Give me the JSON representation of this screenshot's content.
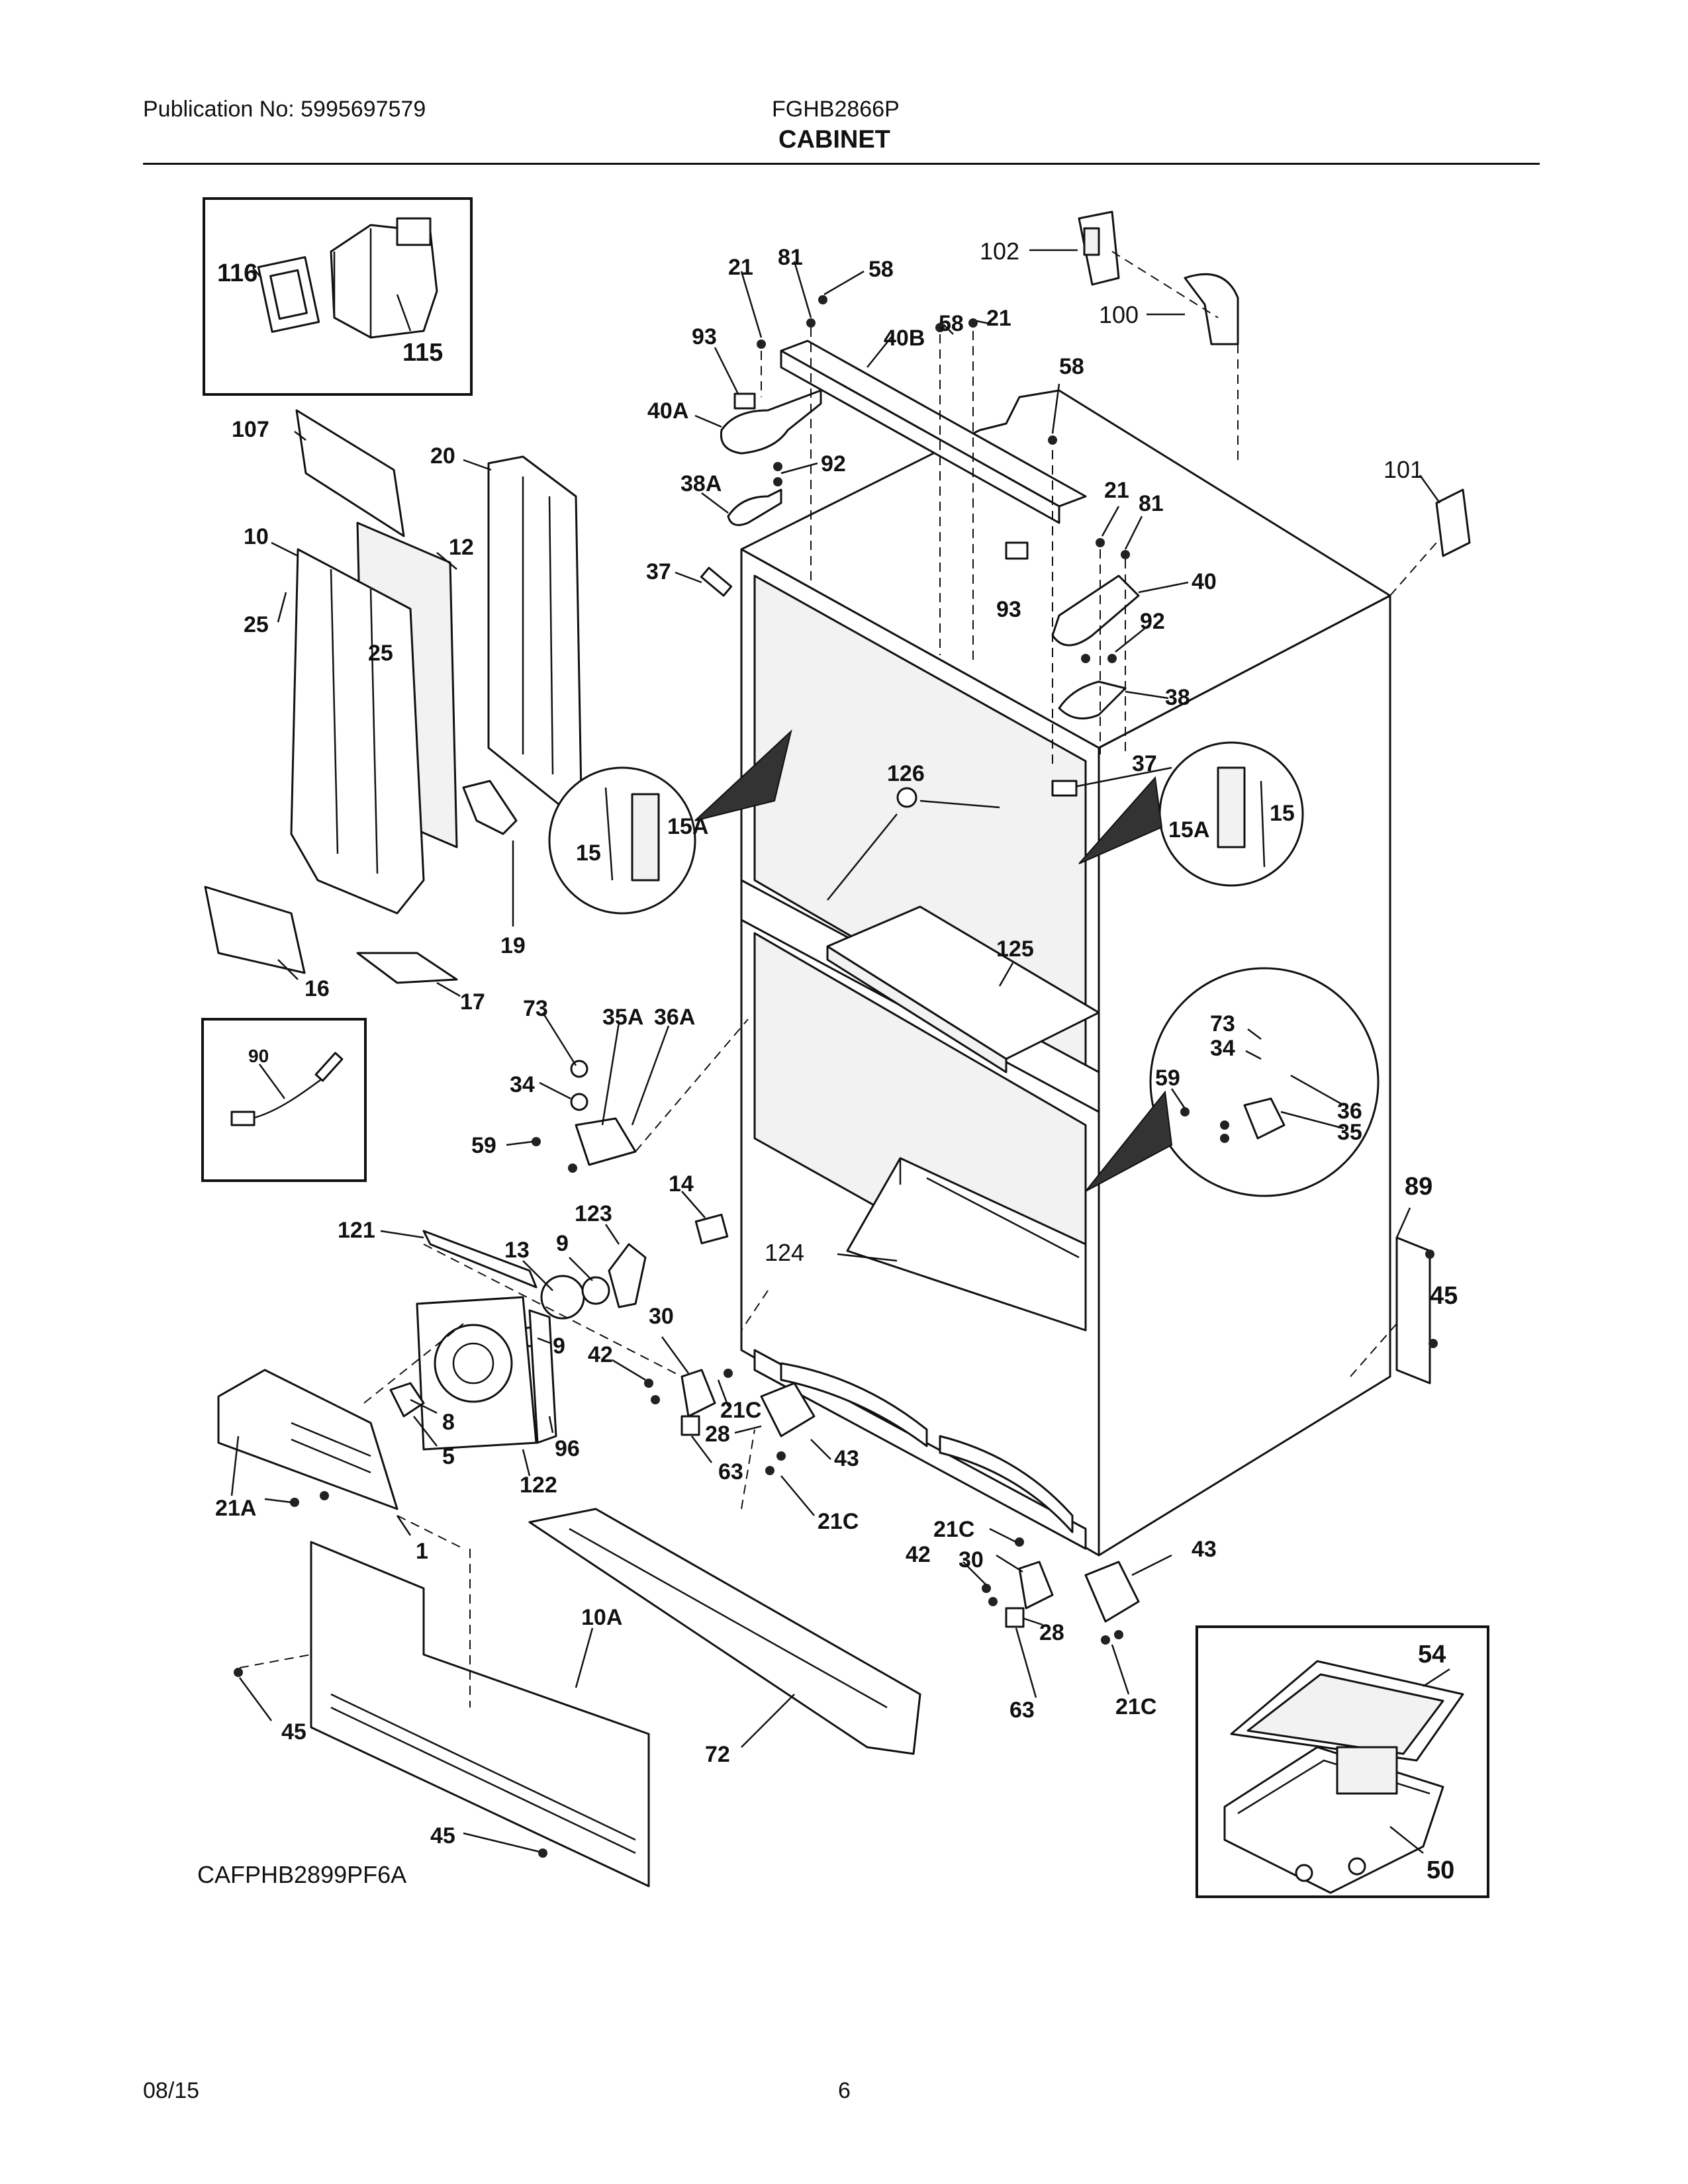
{
  "header": {
    "publication": "Publication No: 5995697579",
    "model": "FGHB2866P",
    "section_title": "CABINET"
  },
  "footer": {
    "date": "08/15",
    "page_number": "6"
  },
  "diagram_code": "CAFPHB2899PF6A",
  "callouts": {
    "p116": "116",
    "p115": "115",
    "p107": "107",
    "p20": "20",
    "p10": "10",
    "p12": "12",
    "p25a": "25",
    "p25b": "25",
    "p19": "19",
    "p16": "16",
    "p17": "17",
    "p15a_left": "15",
    "p15A_left": "15A",
    "p21a": "21",
    "p81a": "81",
    "p58a": "58",
    "p93a": "93",
    "p40B": "40B",
    "p58b": "58",
    "p21b": "21",
    "p58c": "58",
    "p102": "102",
    "p100": "100",
    "p40A": "40A",
    "p92a": "92",
    "p38A": "38A",
    "p37a": "37",
    "p101": "101",
    "p21c": "21",
    "p81b": "81",
    "p93b": "93",
    "p40": "40",
    "p92b": "92",
    "p38": "38",
    "p37b": "37",
    "p126": "126",
    "p15A_right": "15A",
    "p15_right": "15",
    "p125": "125",
    "p73a": "73",
    "p35A": "35A",
    "p36A": "36A",
    "p34a": "34",
    "p59a": "59",
    "p73b": "73",
    "p34b": "34",
    "p59b": "59",
    "p36": "36",
    "p35": "35",
    "p90": "90",
    "p14": "14",
    "p123": "123",
    "p121": "121",
    "p13": "13",
    "p9a": "9",
    "p9b": "9",
    "p30a": "30",
    "p124": "124",
    "p89": "89",
    "p45r": "45",
    "p42a": "42",
    "p21Ca": "21C",
    "p28a": "28",
    "p63a": "63",
    "p43a": "43",
    "p21Cb": "21C",
    "p8": "8",
    "p5": "5",
    "p96": "96",
    "p122": "122",
    "p21A": "21A",
    "p1": "1",
    "p21Cc": "21C",
    "p42b": "42",
    "p30b": "30",
    "p43b": "43",
    "p28b": "28",
    "p63b": "63",
    "p21Cd": "21C",
    "p10A": "10A",
    "p72": "72",
    "p45a": "45",
    "p45b": "45",
    "p54": "54",
    "p50": "50"
  }
}
